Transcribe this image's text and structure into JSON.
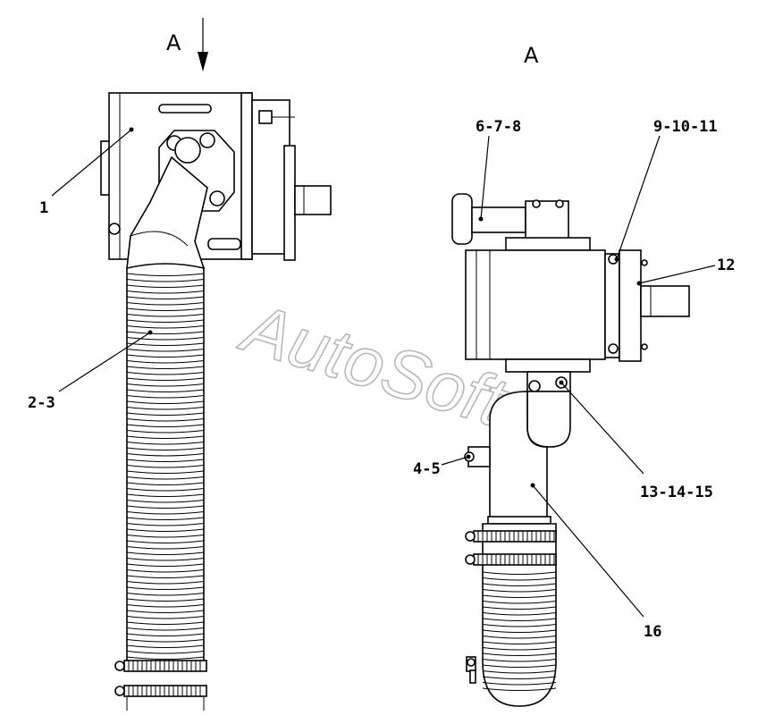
{
  "view_labels": {
    "arrow_view": "A",
    "side_view": "A"
  },
  "watermark": "AutoSoft",
  "callouts": {
    "c1": "1",
    "c2_3": "2-3",
    "c6_7_8": "6-7-8",
    "c9_10_11": "9-10-11",
    "c12": "12",
    "c4_5": "4-5",
    "c13_14_15": "13-14-15",
    "c16": "16"
  },
  "colors": {
    "line": "#000000",
    "watermark": "#b8b8b8",
    "background": "#ffffff"
  }
}
